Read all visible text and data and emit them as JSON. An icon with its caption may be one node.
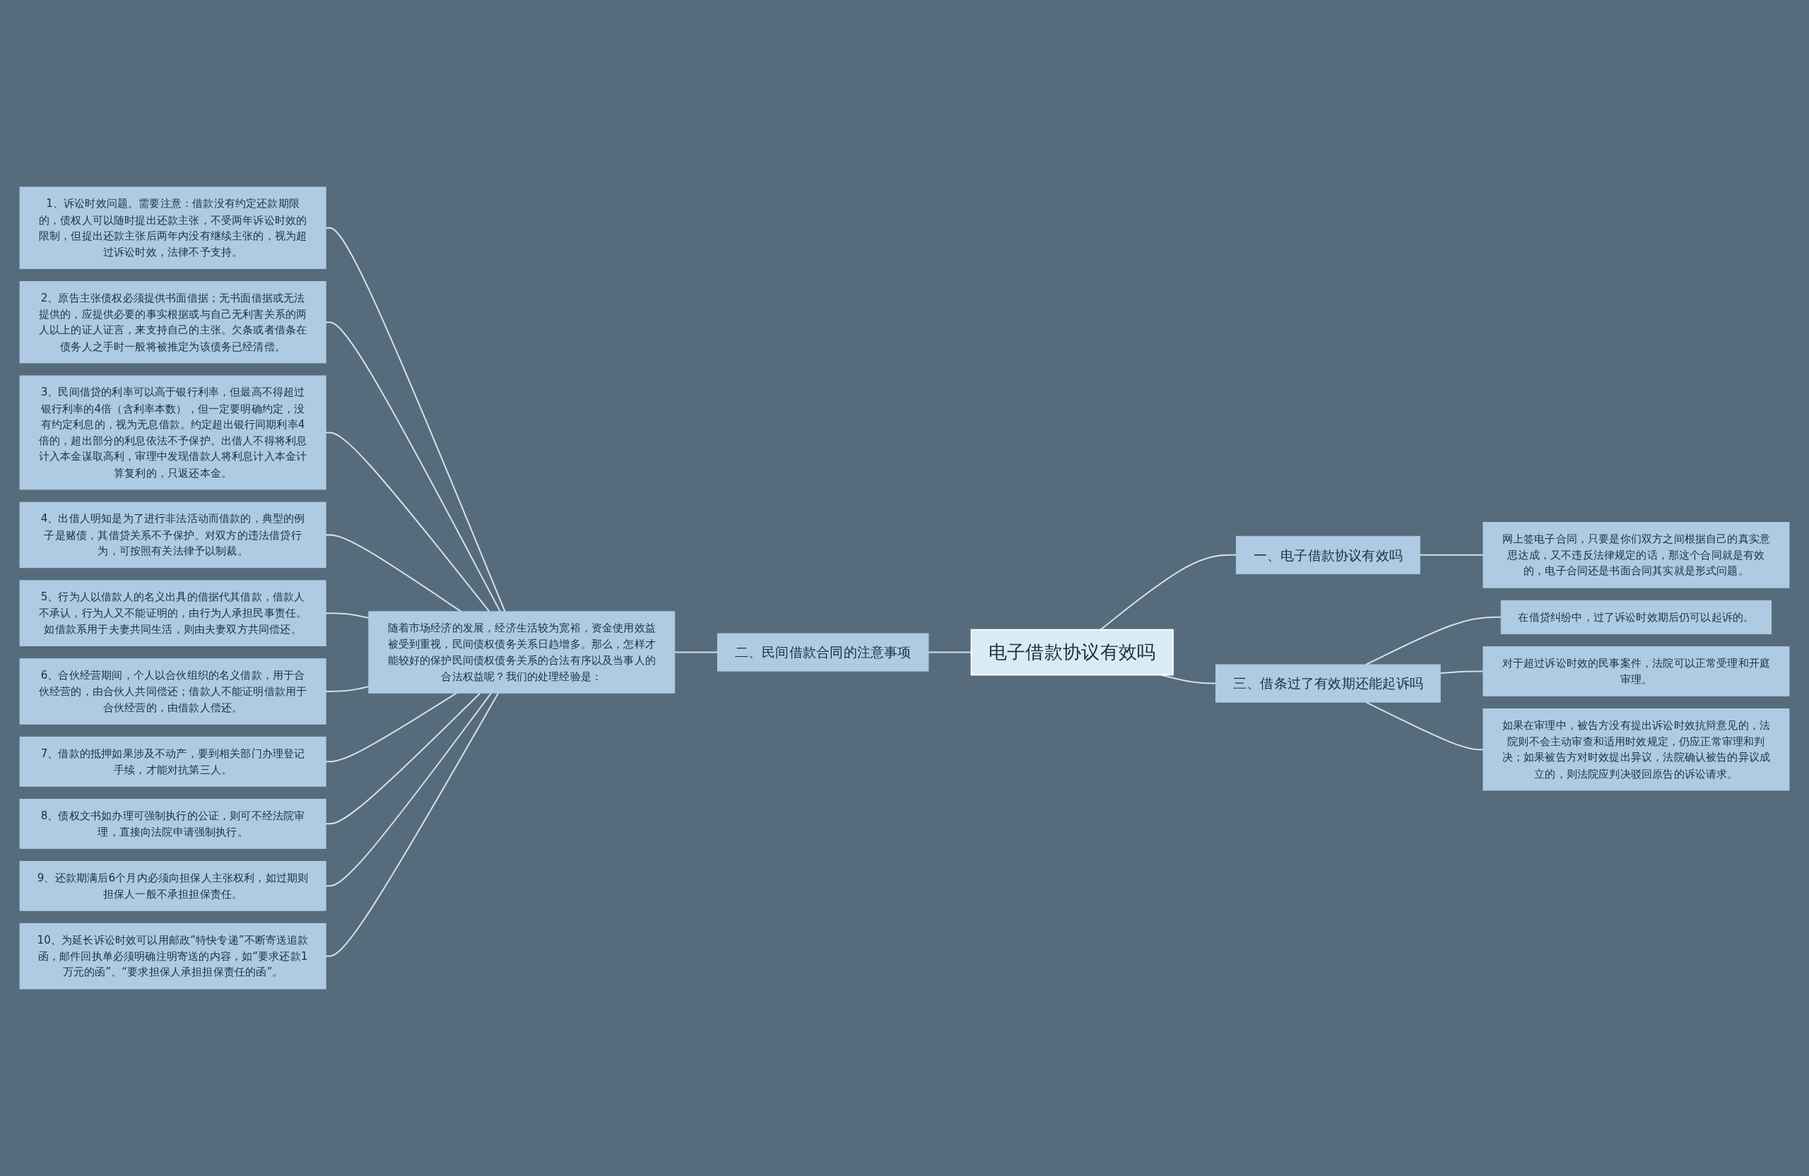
{
  "diagram": {
    "nodes": [
      {
        "text": [
          "电子借款协议有效吗"
        ]
      },
      {
        "text": [
          "一、电子借款协议有效吗"
        ]
      },
      {
        "text": [
          "网上签电子合同，只要是你们双方之间根据自己的真实意思达成，又不违反法律规定的话，那这个合同就是有效的，电子合同还是书面合同其实就是形式问题。"
        ]
      },
      {
        "text": [
          "三、借条过了有效期还能起诉吗"
        ]
      },
      {
        "text": [
          "在借贷纠纷中，过了诉讼时效期后仍可以起诉的。"
        ]
      },
      {
        "text": [
          "对于超过诉讼时效的民事案件，法院可以正常受理和开庭审理。"
        ]
      },
      {
        "text": [
          "如果在审理中，被告方没有提出诉讼时效抗辩意见的，法院则不会主动审查和适用时效规定，仍应正常审理和判决；如果被告方对时效提出异议，法院确认被告的异议成立的，则法院应判决驳回原告的诉讼请求。"
        ]
      },
      {
        "text": [
          "二、民间借款合同的注意事项"
        ]
      },
      {
        "text": [
          "随着市场经济的发展，经济生活较为宽裕，资金使用效益被受到重视，民间债权债务关系日趋增多。那么，怎样才能较好的保护民间债权债务关系的合法有序以及当事人的合法权益呢？我们的处理经验是："
        ]
      },
      {
        "text": [
          "1、诉讼时效问题。需要注意：借款没有约定还款期限的，债权人可以随时提出还款主张，不受两年诉讼时效的限制，但提出还款主张后两年内没有继续主张的，视为超过诉讼时效，法律不予支持。"
        ]
      },
      {
        "text": [
          "2、原告主张债权必须提供书面借据；无书面借据或无法提供的，应提供必要的事实根据或与自己无利害关系的两人以上的证人证言，来支持自己的主张。欠条或者借条在债务人之手时一般将被推定为该债务已经清偿。"
        ]
      },
      {
        "text": [
          "3、民间借贷的利率可以高于银行利率，但最高不得超过银行利率的4倍（含利率本数），但一定要明确约定，没有约定利息的，视为无息借款。约定超出银行同期利率4倍的，超出部分的利息依法不予保护。出借人不得将利息计入本金谋取高利，审理中发现借款人将利息计入本金计算复利的，只返还本金。"
        ]
      },
      {
        "text": [
          "4、出借人明知是为了进行非法活动而借款的，典型的例子是赌债，其借贷关系不予保护。对双方的违法借贷行为，可按照有关法律予以制裁。"
        ]
      },
      {
        "text": [
          "5、行为人以借款人的名义出具的借据代其借款，借款人不承认，行为人又不能证明的，由行为人承担民事责任。如借款系用于夫妻共同生活，则由夫妻双方共同偿还。"
        ]
      },
      {
        "text": [
          "6、合伙经营期间，个人以合伙组织的名义借款，用于合伙经营的，由合伙人共同偿还；借款人不能证明借款用于合伙经营的，由借款人偿还。"
        ]
      },
      {
        "text": [
          "7、借款的抵押如果涉及不动产，要到相关部门办理登记手续，才能对抗第三人。"
        ]
      },
      {
        "text": [
          "8、债权文书如办理可强制执行的公证，则可不经法院审理，直接向法院申请强制执行。"
        ]
      },
      {
        "text": [
          "9、还款期满后6个月内必须向担保人主张权利，如过期则担保人一般不承担担保责任。"
        ]
      },
      {
        "text": [
          "10、为延长诉讼时效可以用邮政“特快专递”不断寄送追款函，邮件回执单必须明确注明寄送的内容，如“要求还款1万元的函”、“要求担保人承担担保责任的函”。"
        ]
      }
    ],
    "edges": [
      {
        "from": 0,
        "to": 1,
        "arrow": "none"
      },
      {
        "from": 1,
        "to": 2,
        "arrow": "none"
      },
      {
        "from": 0,
        "to": 3,
        "arrow": "none"
      },
      {
        "from": 3,
        "to": 4,
        "arrow": "none"
      },
      {
        "from": 3,
        "to": 5,
        "arrow": "none"
      },
      {
        "from": 3,
        "to": 6,
        "arrow": "none"
      },
      {
        "from": 0,
        "to": 7,
        "arrow": "none"
      },
      {
        "from": 7,
        "to": 8,
        "arrow": "none"
      },
      {
        "from": 8,
        "to": 9,
        "arrow": "none"
      },
      {
        "from": 8,
        "to": 10,
        "arrow": "none"
      },
      {
        "from": 8,
        "to": 11,
        "arrow": "none"
      },
      {
        "from": 8,
        "to": 12,
        "arrow": "none"
      },
      {
        "from": 8,
        "to": 13,
        "arrow": "none"
      },
      {
        "from": 8,
        "to": 14,
        "arrow": "none"
      },
      {
        "from": 8,
        "to": 15,
        "arrow": "none"
      },
      {
        "from": 8,
        "to": 16,
        "arrow": "none"
      },
      {
        "from": 8,
        "to": 17,
        "arrow": "none"
      },
      {
        "from": 8,
        "to": 18,
        "arrow": "none"
      }
    ]
  }
}
